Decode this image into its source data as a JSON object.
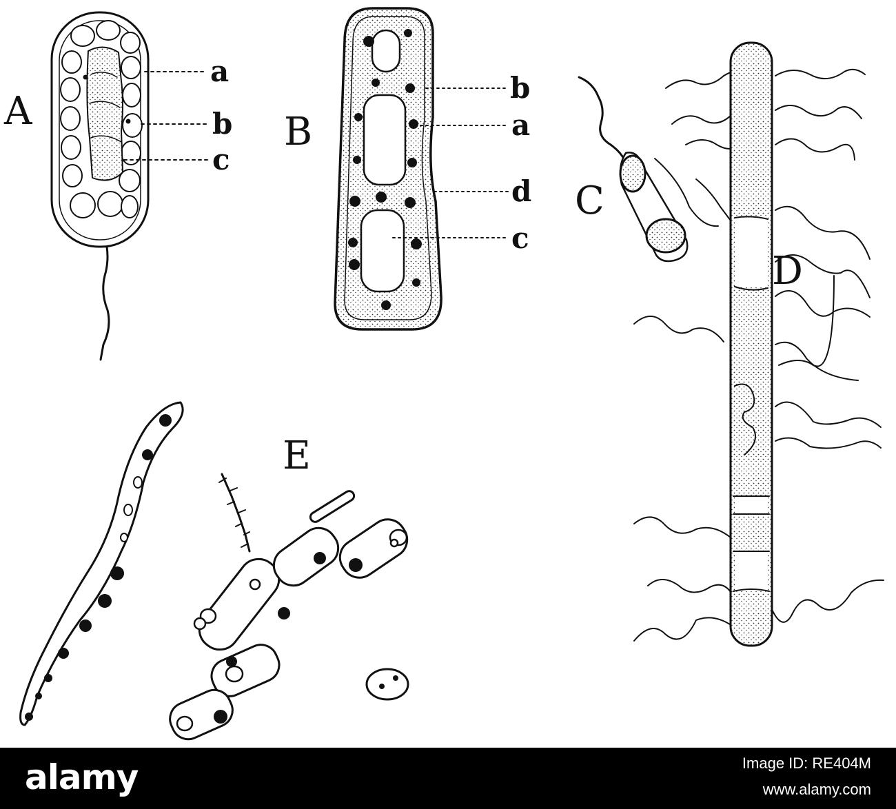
{
  "figure": {
    "panel_labels": {
      "A": "A",
      "B": "B",
      "C": "C",
      "D": "D",
      "E": "E"
    },
    "panel_A_parts": [
      "a",
      "b",
      "c"
    ],
    "panel_B_parts": [
      "b",
      "a",
      "d",
      "c"
    ]
  },
  "footer": {
    "brand": "alamy",
    "image_id": "Image ID: RE404M",
    "site_url": "www.alamy.com",
    "background_color": "#000000",
    "text_color": "#ffffff"
  }
}
